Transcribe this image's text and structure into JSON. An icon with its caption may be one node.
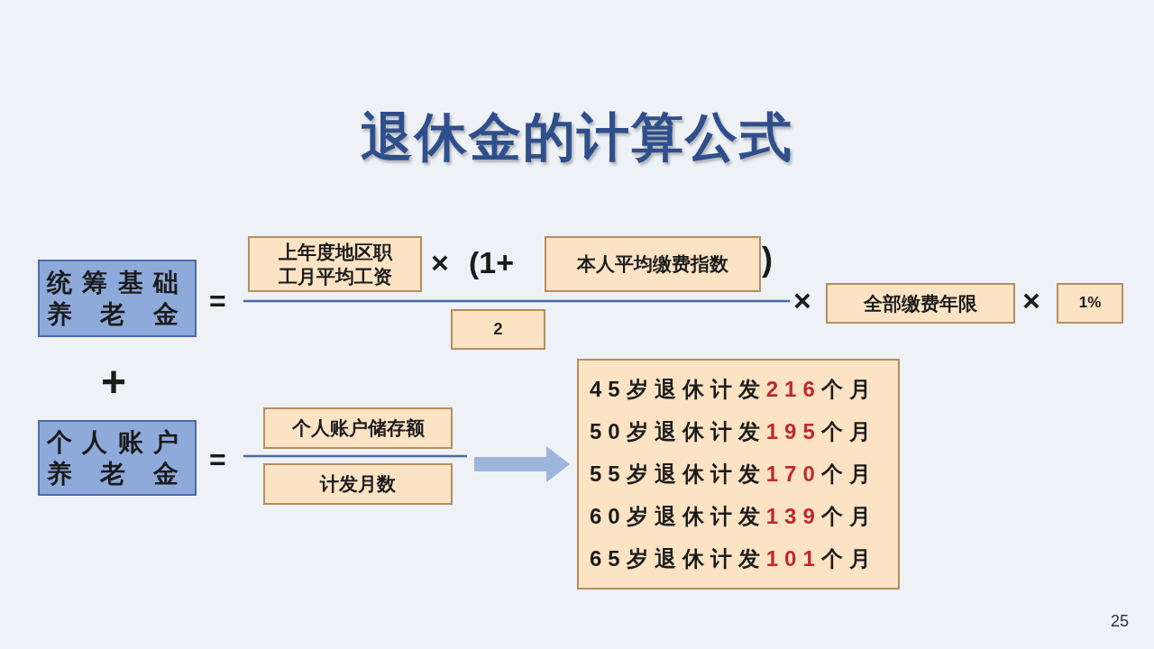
{
  "diagram": {
    "title": "退休金的计算公式",
    "nodes": [
      {
        "text": [
          "统筹基础养老金"
        ]
      },
      {
        "text": [
          "上年度地区职工月平均工资"
        ]
      },
      {
        "text": [
          "本人平均缴费指数"
        ]
      },
      {
        "text": [
          "2"
        ]
      },
      {
        "text": [
          "全部缴费年限"
        ]
      },
      {
        "text": [
          "1%"
        ]
      },
      {
        "text": [
          "个人账户养老金"
        ]
      },
      {
        "text": [
          "个人账户储存额"
        ]
      },
      {
        "text": [
          "计发月数"
        ]
      },
      {
        "text": [
          "45岁退休计发",
          "216",
          "个月",
          "50岁退休计发",
          "195",
          "个月",
          "55岁退休计发",
          "170",
          "个月",
          "60岁退休计发",
          "139",
          "个月",
          "65岁退休计发",
          "101",
          "个月"
        ]
      }
    ],
    "edges": [
      {
        "from": null,
        "to": 9,
        "arrow": "to"
      }
    ],
    "labels": [
      "=",
      "×",
      "(1+",
      ")",
      "×",
      "×",
      "+",
      "=",
      "25"
    ]
  }
}
